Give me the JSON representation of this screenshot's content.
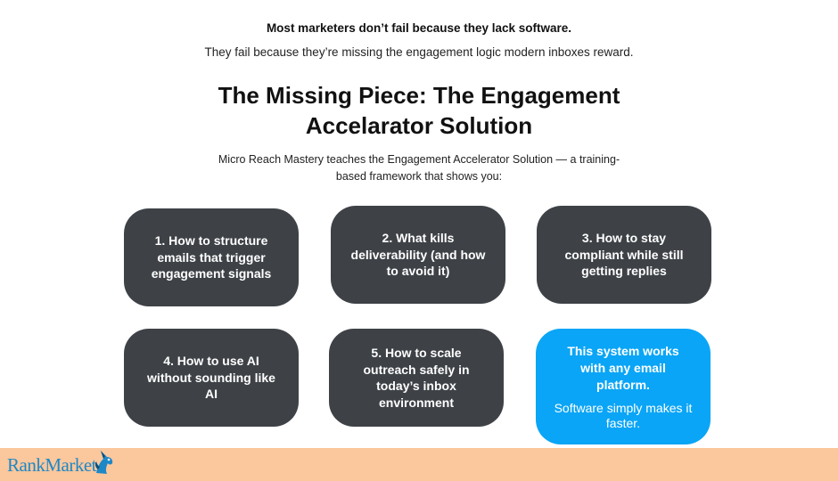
{
  "header": {
    "lead": "Most marketers don’t fail because they lack software.",
    "sub": "They fail because they’re missing the engagement logic modern inboxes reward."
  },
  "title": "The Missing Piece: The Engagement Accelarator Solution",
  "intro": "Micro Reach Mastery teaches the Engagement Accelerator Solution — a training-based framework that shows you:",
  "cards": [
    "1. How to structure emails that trigger engagement signals",
    "2. What kills deliverability (and how to avoid it)",
    "3. How to stay compliant while still getting replies",
    "4. How to use AI without sounding like AI",
    "5. How to scale outreach safely in today’s inbox environment"
  ],
  "highlight": {
    "headline": "This system works with any email platform.",
    "note": "Software simply makes it faster."
  },
  "brand": {
    "name": "RankMarket",
    "text_color": "#1e88c7",
    "footer_color": "#fbc79c",
    "card_color": "#3e4247",
    "highlight_color": "#0aa5f6",
    "icon": "unicorn-icon"
  }
}
